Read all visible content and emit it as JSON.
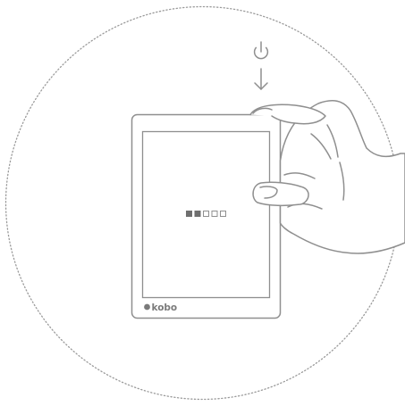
{
  "device": {
    "brand": "kobo"
  },
  "loading_indicator": {
    "total_squares": 5,
    "filled_squares": 2
  },
  "icons": {
    "power": "power-icon",
    "arrow": "arrow-down-icon"
  },
  "colors": {
    "line": "#8f8f8f",
    "dots": "#9a9a9a",
    "filled_square": "#6f6f6f",
    "background": "#ffffff"
  }
}
